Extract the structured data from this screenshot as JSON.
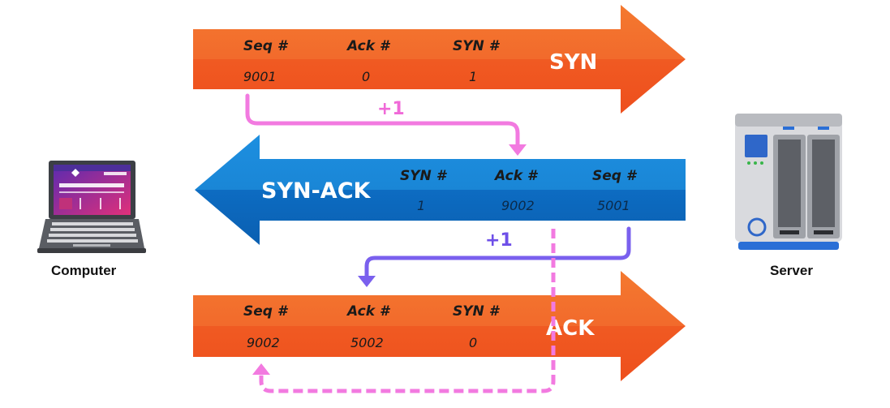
{
  "devices": {
    "computer_label": "Computer",
    "server_label": "Server"
  },
  "syn": {
    "label": "SYN",
    "headers": [
      "Seq #",
      "Ack #",
      "SYN #"
    ],
    "values": [
      "9001",
      "0",
      "1"
    ]
  },
  "syn_ack": {
    "label": "SYN-ACK",
    "headers": [
      "SYN #",
      "Ack #",
      "Seq #"
    ],
    "values": [
      "1",
      "9002",
      "5001"
    ]
  },
  "ack": {
    "label": "ACK",
    "headers": [
      "Seq #",
      "Ack #",
      "SYN #"
    ],
    "values": [
      "9002",
      "5002",
      "0"
    ]
  },
  "increments": {
    "first": "+1",
    "second": "+1"
  },
  "colors": {
    "orange_top": "#f26a2c",
    "orange_bottom": "#f04e1f",
    "blue_top": "#1a86d6",
    "blue_bottom": "#0b63b8",
    "pink": "#f06ad8",
    "purple": "#7a5cf0"
  }
}
